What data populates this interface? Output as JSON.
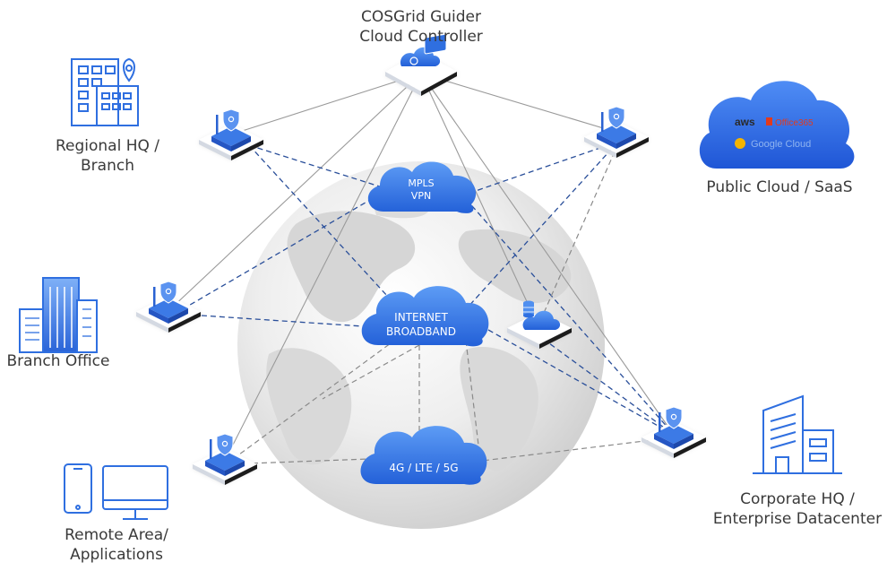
{
  "controller": {
    "line1": "COSGrid Guider",
    "line2": "Cloud Controller"
  },
  "sites": {
    "regional": {
      "line1": "Regional HQ /",
      "line2": "Branch"
    },
    "branch_office": {
      "line1": "Branch Office"
    },
    "remote": {
      "line1": "Remote Area/",
      "line2": "Applications"
    },
    "public_cloud": {
      "line1": "Public Cloud / SaaS"
    },
    "corporate": {
      "line1": "Corporate HQ /",
      "line2": "Enterprise Datacenter"
    }
  },
  "networks": {
    "mpls": {
      "line1": "MPLS",
      "line2": "VPN"
    },
    "internet": {
      "line1": "INTERNET",
      "line2": "BROADBAND"
    },
    "cellular": {
      "line1": "4G / LTE / 5G"
    }
  },
  "saas_logos": {
    "aws": "aws",
    "office": "Office365",
    "google": "Google Cloud"
  },
  "colors": {
    "blue": "#2f6fe0",
    "light_blue": "#4f8ff0",
    "dashed_blue": "#2a4f9a",
    "dashed_gray": "#8a8a8a",
    "solid_line": "#9a9a9a",
    "text": "#3a3a3a"
  }
}
